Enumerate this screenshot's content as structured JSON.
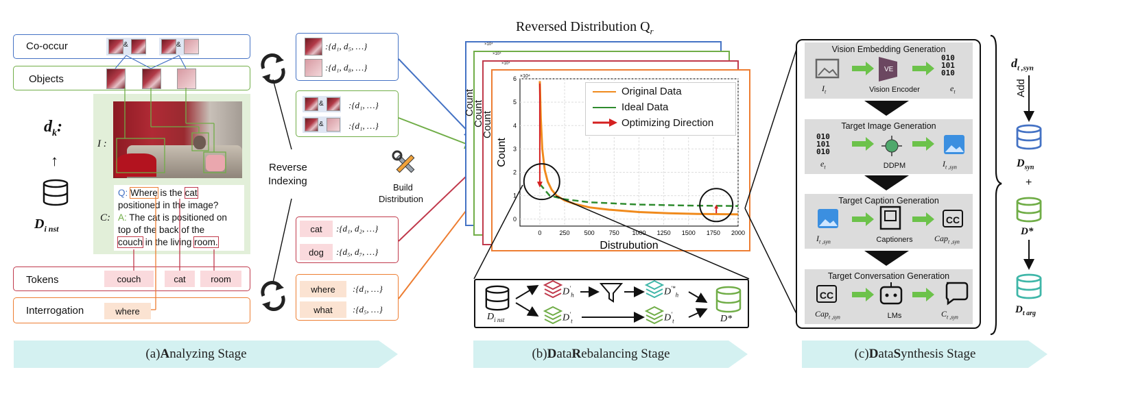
{
  "analyzing": {
    "cooccur_label": "Co-occur",
    "objects_label": "Objects",
    "tokens_label": "Tokens",
    "interrogation_label": "Interrogation",
    "amp": "&",
    "dk": "d",
    "dk_sub": "k",
    "dk_colon": ":",
    "dinst": "D",
    "dinst_sub": "i nst",
    "i_label": "I :",
    "c_label": "C:",
    "q_prefix": "Q:",
    "q_text_1": "Where",
    "q_text_2": " is the ",
    "q_text_3": "cat",
    "q_text_4": "positioned in the image?",
    "a_prefix": "A:",
    "a_text_1": " The cat is positioned on",
    "a_text_2": "top of the back of the",
    "a_text_3": "couch",
    "a_text_4": " in the living ",
    "a_text_5": "room.",
    "tokens": [
      "couch",
      "cat",
      "room"
    ],
    "interrogation": [
      "where"
    ],
    "stage": "(a) Analyzing Stage",
    "stage_prefix": "(a) ",
    "stage_bold": "A",
    "stage_rest": "nalyzing Stage"
  },
  "reverse": {
    "label_1": "Reverse",
    "label_2": "Indexing",
    "cooccur_sets": [
      ":{d₁, d₅, …}",
      ":{d₁, d₈, …}"
    ],
    "pair_sets": [
      ":{d₁, …}",
      ":{d₁, …}"
    ],
    "token_items": [
      {
        "word": "cat",
        "set": ":{d₁, d₂, …}"
      },
      {
        "word": "dog",
        "set": ":{d₅, d₇, …}"
      }
    ],
    "interrog_items": [
      {
        "word": "where",
        "set": ":{d₁, …}"
      },
      {
        "word": "what",
        "set": ":{d₅, …}"
      }
    ],
    "build_1": "Build",
    "build_2": "Distribution"
  },
  "chart_data": {
    "type": "line",
    "title": "Reversed Distribution Q",
    "title_sub": "r",
    "xlabel": "Distrubution",
    "ylabel": "Count",
    "back_ylabel": "Count",
    "exponent_label": "×10⁴",
    "xlim": [
      -200,
      2000
    ],
    "ylim": [
      -0.3,
      6
    ],
    "xticks": [
      0,
      250,
      500,
      750,
      1000,
      1250,
      1500,
      1750,
      2000
    ],
    "yticks": [
      0,
      1,
      2,
      3,
      4,
      5,
      6
    ],
    "grid": true,
    "legend_position": "top-right",
    "series": [
      {
        "name": "Original Data",
        "color": "#f08a1c",
        "x": [
          0,
          10,
          25,
          50,
          80,
          120,
          170,
          250,
          350,
          500,
          700,
          1000,
          1300,
          1600,
          2000
        ],
        "y": [
          5.9,
          4.3,
          3.0,
          2.1,
          1.6,
          1.25,
          1.0,
          0.8,
          0.65,
          0.5,
          0.4,
          0.3,
          0.25,
          0.22,
          0.2
        ]
      },
      {
        "name": "Ideal Data",
        "color": "#2e8b2e",
        "x": [
          0,
          100,
          250,
          500,
          1000,
          1500,
          2000
        ],
        "y": [
          1.5,
          1.0,
          0.85,
          0.72,
          0.62,
          0.58,
          0.56
        ]
      }
    ],
    "arrow_label": "Optimizing Direction",
    "arrow_color": "#d42020"
  },
  "rebalancing": {
    "dinst": "D",
    "dinst_sub": "i nst",
    "dh": "D",
    "dh_sup": "′",
    "dh_sub": "h",
    "dh_star": "D",
    "dh_star_sup": "′*",
    "dh_star_sub": "h",
    "dt": "D",
    "dt_sup": "′",
    "dt_sub": "t",
    "dt2": "D",
    "dt2_sup": "′",
    "dt2_sub": "t",
    "dstar": "D*",
    "stage": "(b) Data Rebalancing Stage",
    "stage_prefix": "(b) ",
    "stage_b1": "D",
    "stage_r1": "ata ",
    "stage_b2": "R",
    "stage_r2": "ebalancing Stage"
  },
  "synthesis": {
    "steps": [
      {
        "title": "Vision Embedding Generation",
        "a": "I",
        "a_sub": "t",
        "mid": "Vision Encoder",
        "mid_icon": "VE",
        "c": "e",
        "c_sub": "t"
      },
      {
        "title": "Target Image Generation",
        "a": "e",
        "a_sub": "t",
        "mid": "DDPM",
        "c": "I",
        "c_sub": "t ,syn"
      },
      {
        "title": "Target Caption Generation",
        "a": "I",
        "a_sub": "t ,syn",
        "mid": "Captioners",
        "c": "Cap",
        "c_sub": "t ,syn"
      },
      {
        "title": "Target Conversation Generation",
        "a": "Cap",
        "a_sub": "t ,syn",
        "mid": "LMs",
        "c": "C",
        "c_sub": "t ,syn"
      }
    ],
    "binary": "010\n101\n010",
    "cc": "CC",
    "stage": "(c) Data Synthesis Stage",
    "stage_prefix": "(c) ",
    "stage_b1": "D",
    "stage_r1": "ata ",
    "stage_b2": "S",
    "stage_r2": "ynthesis Stage"
  },
  "right": {
    "dtsyn": "d",
    "dtsyn_sub": "t ,syn",
    "add": "Add",
    "dsyn": "D",
    "dsyn_sub": "syn",
    "plus": "+",
    "dstar": "D*",
    "dtarg": "D",
    "dtarg_sub": "t arg"
  },
  "colors": {
    "blue": "#4472c4",
    "green": "#70ad47",
    "red": "#c0394b",
    "orange": "#ed7d31",
    "teal": "#3fb6a8",
    "band": "#d4f1f1"
  }
}
